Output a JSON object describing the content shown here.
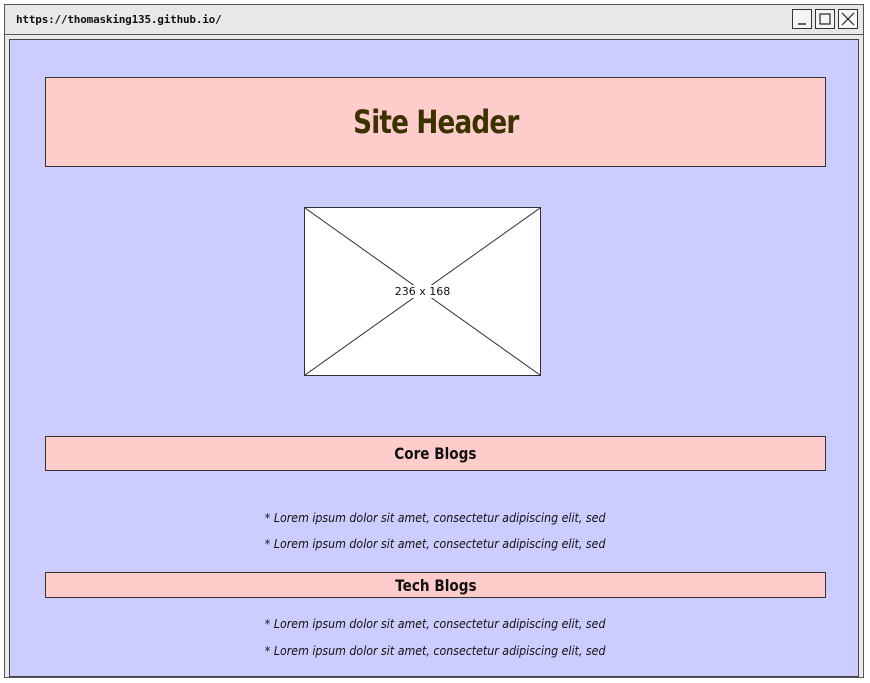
{
  "window": {
    "url": "https://thomasking135.github.io/",
    "controls": {
      "minimize": "minimize-icon",
      "maximize": "maximize-icon",
      "close": "close-icon"
    }
  },
  "header": {
    "title": "Site Header"
  },
  "image": {
    "label": "236 x 168"
  },
  "sections": {
    "core": {
      "title": "Core Blogs",
      "items": [
        "* Lorem ipsum dolor sit amet, consectetur adipiscing elit, sed",
        "* Lorem ipsum dolor sit amet, consectetur adipiscing elit, sed"
      ]
    },
    "tech": {
      "title": "Tech Blogs",
      "items": [
        "* Lorem ipsum dolor sit amet, consectetur adipiscing elit, sed",
        "* Lorem ipsum dolor sit amet, consectetur adipiscing elit, sed"
      ]
    }
  },
  "colors": {
    "page_background": "#ccccff",
    "box_fill": "#ffcccc",
    "header_text": "#3b3200"
  }
}
